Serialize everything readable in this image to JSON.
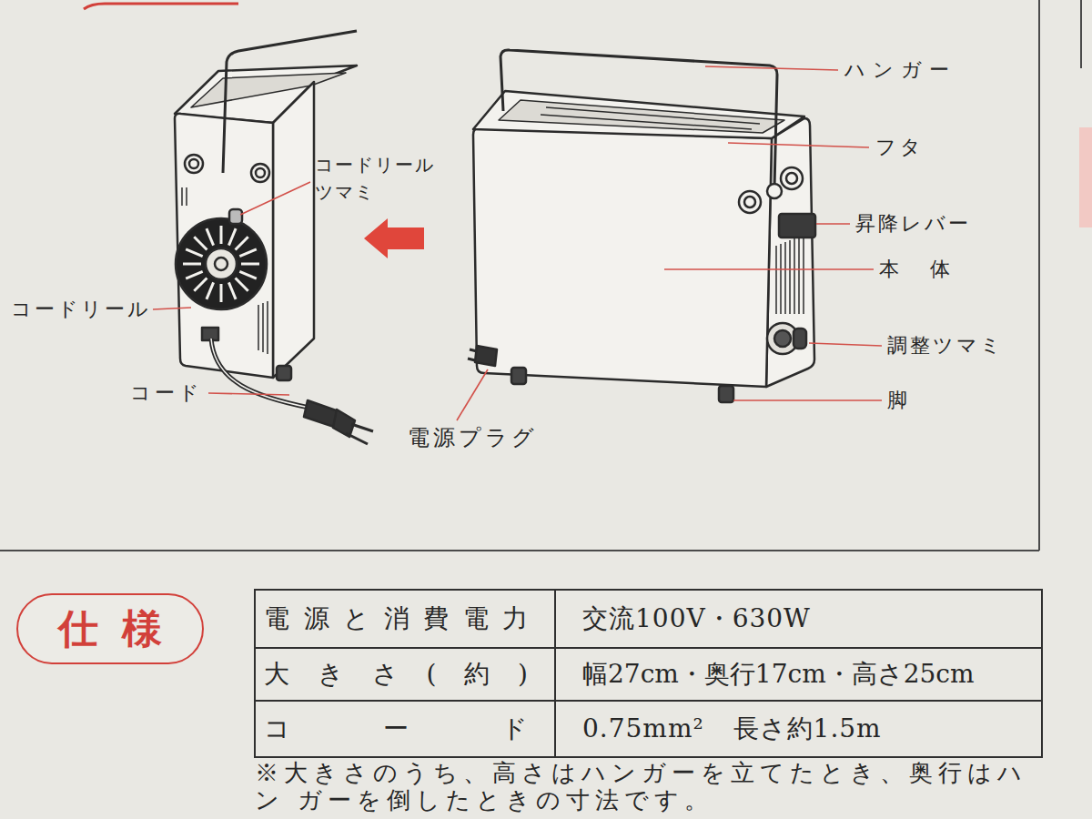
{
  "diagram": {
    "nodes": [
      {
        "text": [
          "仕様"
        ]
      }
    ],
    "labels": [
      "ハンガー",
      "フタ",
      "昇降レバー",
      "本体",
      "調整ツマミ",
      "脚",
      "コードリール ツマミ",
      "コードリール",
      "コード",
      "電源プラグ",
      "電源と消費電力",
      "交流100V・630W",
      "大きさ(約)",
      "幅27cm・奥行17cm・高さ25cm",
      "コード",
      "0.75mm² 長さ約1.5m",
      "※大きさのうち、高さはハンガーを立てたとき、奥行はハン ガーを倒したときの寸法です。"
    ]
  }
}
